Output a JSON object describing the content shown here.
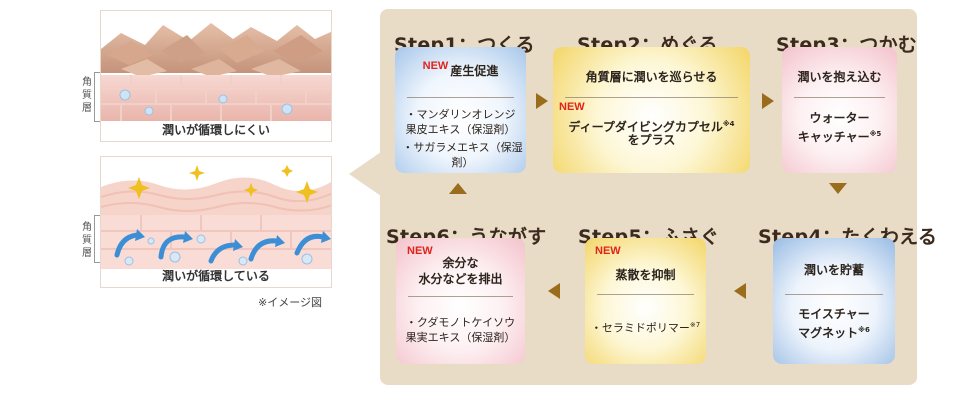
{
  "illustrations": {
    "top_caption": "潤いが循環しにくい",
    "bottom_caption": "潤いが循環している",
    "layer_label": "角\n質\n層",
    "note": "※イメージ図"
  },
  "badge_new": "NEW",
  "steps": [
    {
      "title": "Step1：つくる",
      "head": "産生促進",
      "body": [
        "・マンダリンオレンジ",
        "果皮エキス（保湿剤）",
        "・サガラメエキス（保湿剤）"
      ]
    },
    {
      "title": "Step2：めぐる",
      "head": "角質層に潤いを巡らせる",
      "body": [
        "ディープダイビングカプセル",
        "をプラス"
      ],
      "note": "※4"
    },
    {
      "title": "Step3：つかむ",
      "head": "潤いを抱え込む",
      "body": [
        "ウォーター",
        "キャッチャー"
      ],
      "note": "※5"
    },
    {
      "title": "Step4：たくわえる",
      "head": "潤いを貯蓄",
      "body": [
        "モイスチャー",
        "マグネット"
      ],
      "note": "※6"
    },
    {
      "title": "Step5：ふさぐ",
      "head": "蒸散を抑制",
      "body": [
        "・セラミドポリマー"
      ],
      "note": "※7"
    },
    {
      "title": "Step6：うながす",
      "head": [
        "余分な",
        "水分などを排出"
      ],
      "body": [
        "・クダモノトケイソウ",
        "果実エキス（保湿剤）"
      ]
    }
  ],
  "colors": {
    "panel": "#e9dcc6",
    "arrow": "#9a6d1c",
    "new": "#e2231a",
    "blue_card": "#a6c6ea",
    "yellow_card": "#f3d566",
    "pink_card": "#f3c2cb"
  }
}
